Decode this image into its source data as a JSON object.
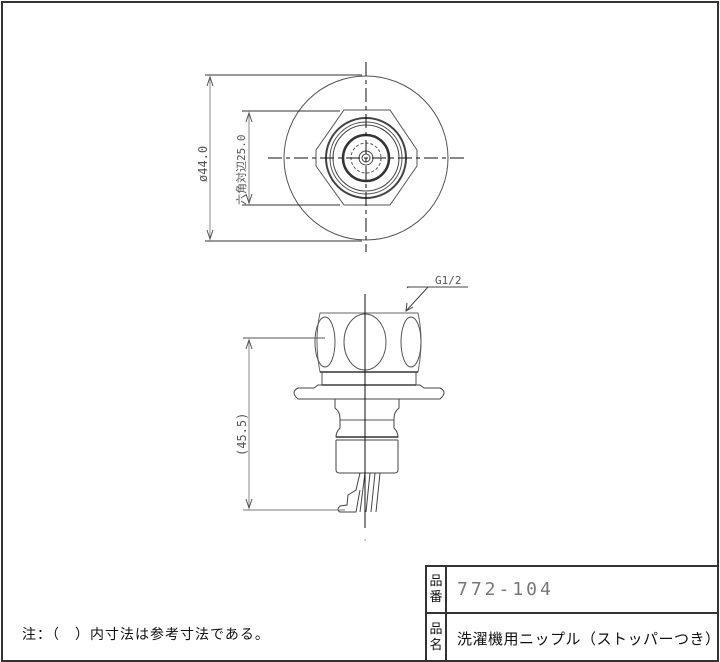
{
  "drawing": {
    "top_view": {
      "outer_diameter_label": "ø44.0",
      "hex_width_label": "六角対辺25.0"
    },
    "side_view": {
      "thread_label": "G1/2",
      "height_label": "(45.5)"
    }
  },
  "title_block": {
    "part_number": {
      "label_chars": [
        "品",
        "番"
      ],
      "value": "772-104"
    },
    "part_name": {
      "label_chars": [
        "品",
        "名"
      ],
      "value": "洗濯機用ニップル（ストッパーつき）"
    }
  },
  "note": "注：（　）内寸法は参考寸法である。",
  "colors": {
    "line": "#333333",
    "dim_text": "#555555",
    "part_number_text": "#777777"
  }
}
